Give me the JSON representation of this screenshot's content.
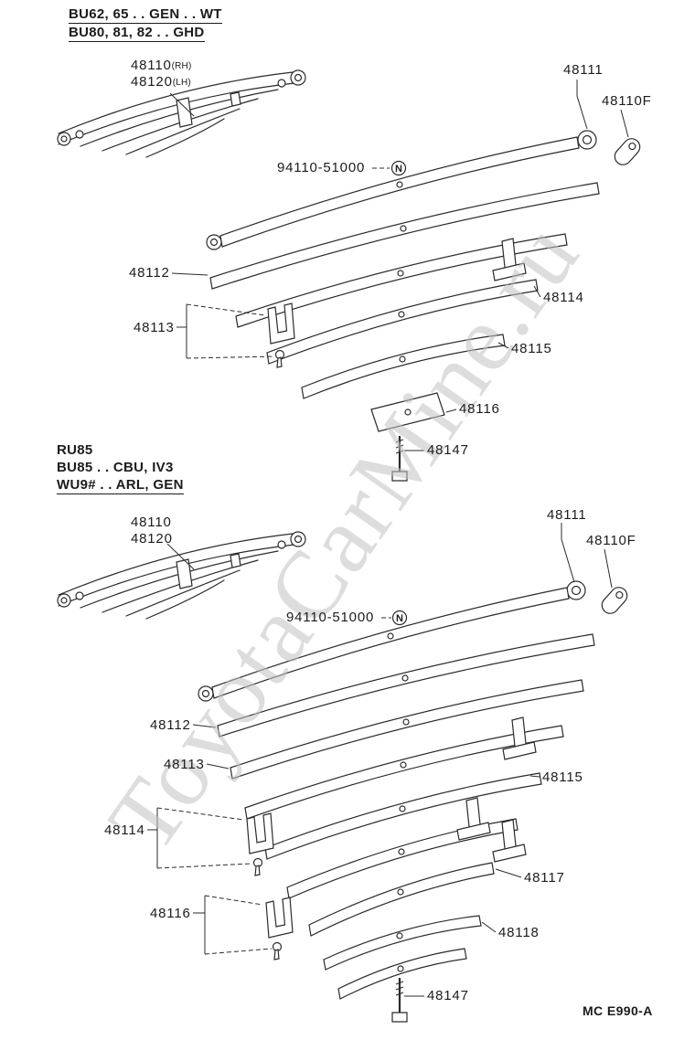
{
  "watermark": "ToyotaCarMine.ru",
  "footer_code": "MC E990-A",
  "top_section": {
    "model_lines": [
      "BU62, 65 . . GEN . . WT",
      "BU80, 81, 82 . . GHD"
    ],
    "labels": {
      "assy_rh": "48110",
      "assy_rh_note": "(RH)",
      "assy_lh": "48120",
      "assy_lh_note": "(LH)",
      "main_leaf": "48111",
      "bushing": "48110F",
      "center_bolt_ref": "94110-51000",
      "center_bolt_symbol": "N",
      "leaf_no2": "48112",
      "clamp": "48113",
      "leaf_no3": "48114",
      "leaf_no4": "48115",
      "leaf_no5": "48116",
      "center_bolt": "48147"
    }
  },
  "bottom_section": {
    "model_lines": [
      "RU85",
      "BU85 . . CBU, IV3",
      "WU9# . . ARL, GEN"
    ],
    "labels": {
      "assy_rh": "48110",
      "assy_lh": "48120",
      "main_leaf": "48111",
      "bushing": "48110F",
      "center_bolt_ref": "94110-51000",
      "center_bolt_symbol": "N",
      "leaf_no2": "48112",
      "leaf_no3": "48113",
      "leaf_no4": "48115",
      "clamp_1": "48114",
      "leaf_no5": "48117",
      "clamp_2": "48116",
      "leaf_no6": "48118",
      "center_bolt": "48147"
    }
  }
}
